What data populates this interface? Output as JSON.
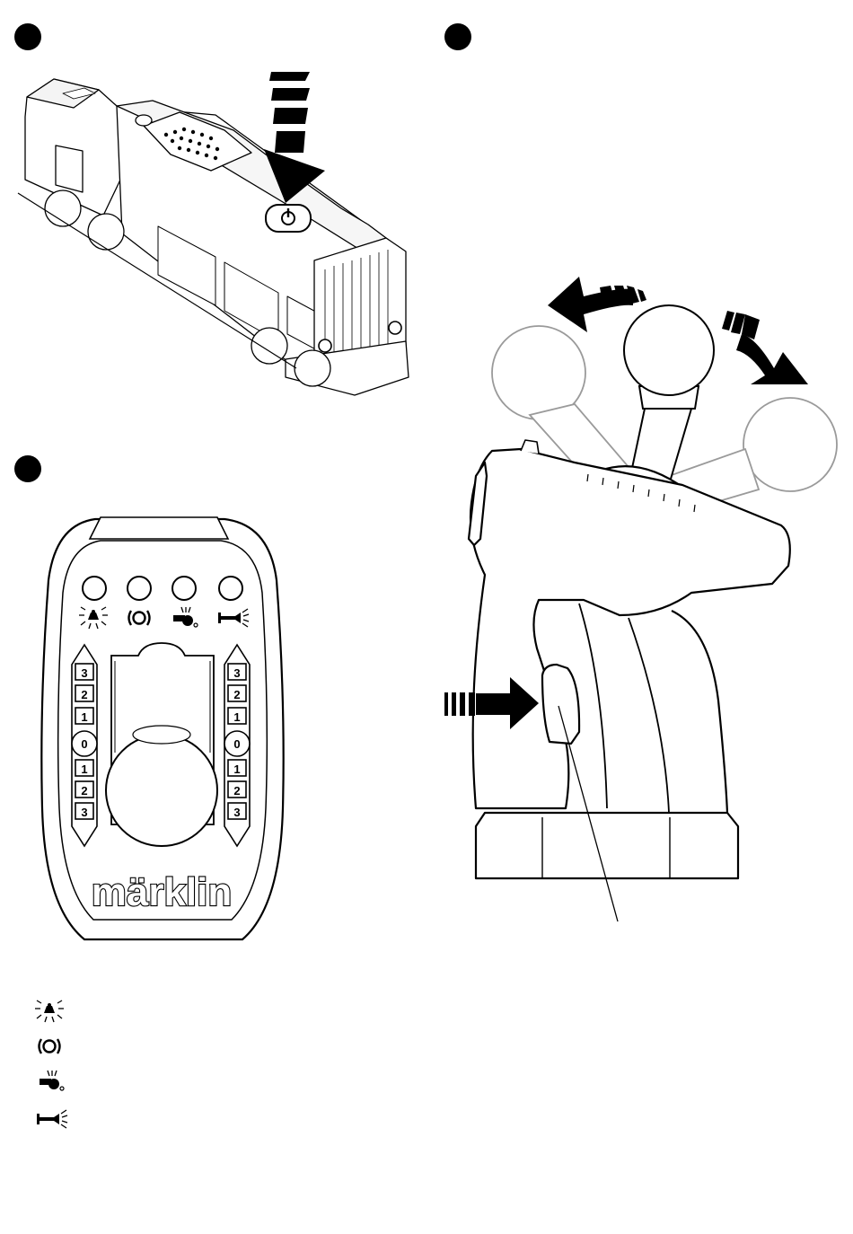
{
  "steps": [
    {
      "id": "step-1-marker"
    },
    {
      "id": "step-2-marker"
    },
    {
      "id": "step-3-marker"
    }
  ],
  "locomotive": {
    "button_icon": "power-icon"
  },
  "remote": {
    "brand": "märklin",
    "function_buttons": [
      {
        "icon": "headlight-icon"
      },
      {
        "icon": "sound-icon"
      },
      {
        "icon": "whistle-icon"
      },
      {
        "icon": "horn-icon"
      }
    ],
    "speed_scale": [
      "3",
      "2",
      "1",
      "0",
      "1",
      "2",
      "3"
    ]
  },
  "legend": [
    {
      "icon": "headlight-icon"
    },
    {
      "icon": "sound-icon"
    },
    {
      "icon": "whistle-icon"
    },
    {
      "icon": "horn-icon"
    }
  ],
  "colors": {
    "ink": "#000000",
    "ghost": "#9a9a9a",
    "paper": "#ffffff"
  }
}
